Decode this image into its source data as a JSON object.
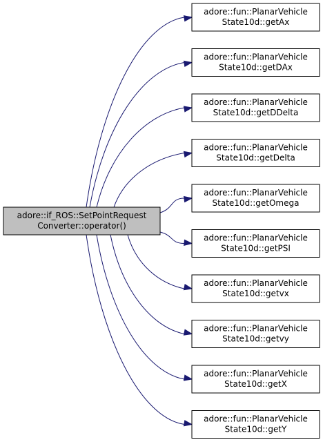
{
  "source": {
    "line1": "adore::if_ROS::SetPointRequest",
    "line2": "Converter::operator()",
    "fill": "#bfbfbf",
    "stroke": "#000000"
  },
  "targets": [
    {
      "line1": "adore::fun::PlanarVehicle",
      "line2": "State10d::getAx"
    },
    {
      "line1": "adore::fun::PlanarVehicle",
      "line2": "State10d::getDAx"
    },
    {
      "line1": "adore::fun::PlanarVehicle",
      "line2": "State10d::getDDelta"
    },
    {
      "line1": "adore::fun::PlanarVehicle",
      "line2": "State10d::getDelta"
    },
    {
      "line1": "adore::fun::PlanarVehicle",
      "line2": "State10d::getOmega"
    },
    {
      "line1": "adore::fun::PlanarVehicle",
      "line2": "State10d::getPSI"
    },
    {
      "line1": "adore::fun::PlanarVehicle",
      "line2": "State10d::getvx"
    },
    {
      "line1": "adore::fun::PlanarVehicle",
      "line2": "State10d::getvy"
    },
    {
      "line1": "adore::fun::PlanarVehicle",
      "line2": "State10d::getX"
    },
    {
      "line1": "adore::fun::PlanarVehicle",
      "line2": "State10d::getY"
    }
  ],
  "colors": {
    "edge": "#191970",
    "target_fill": "#ffffff",
    "target_stroke": "#000000"
  }
}
